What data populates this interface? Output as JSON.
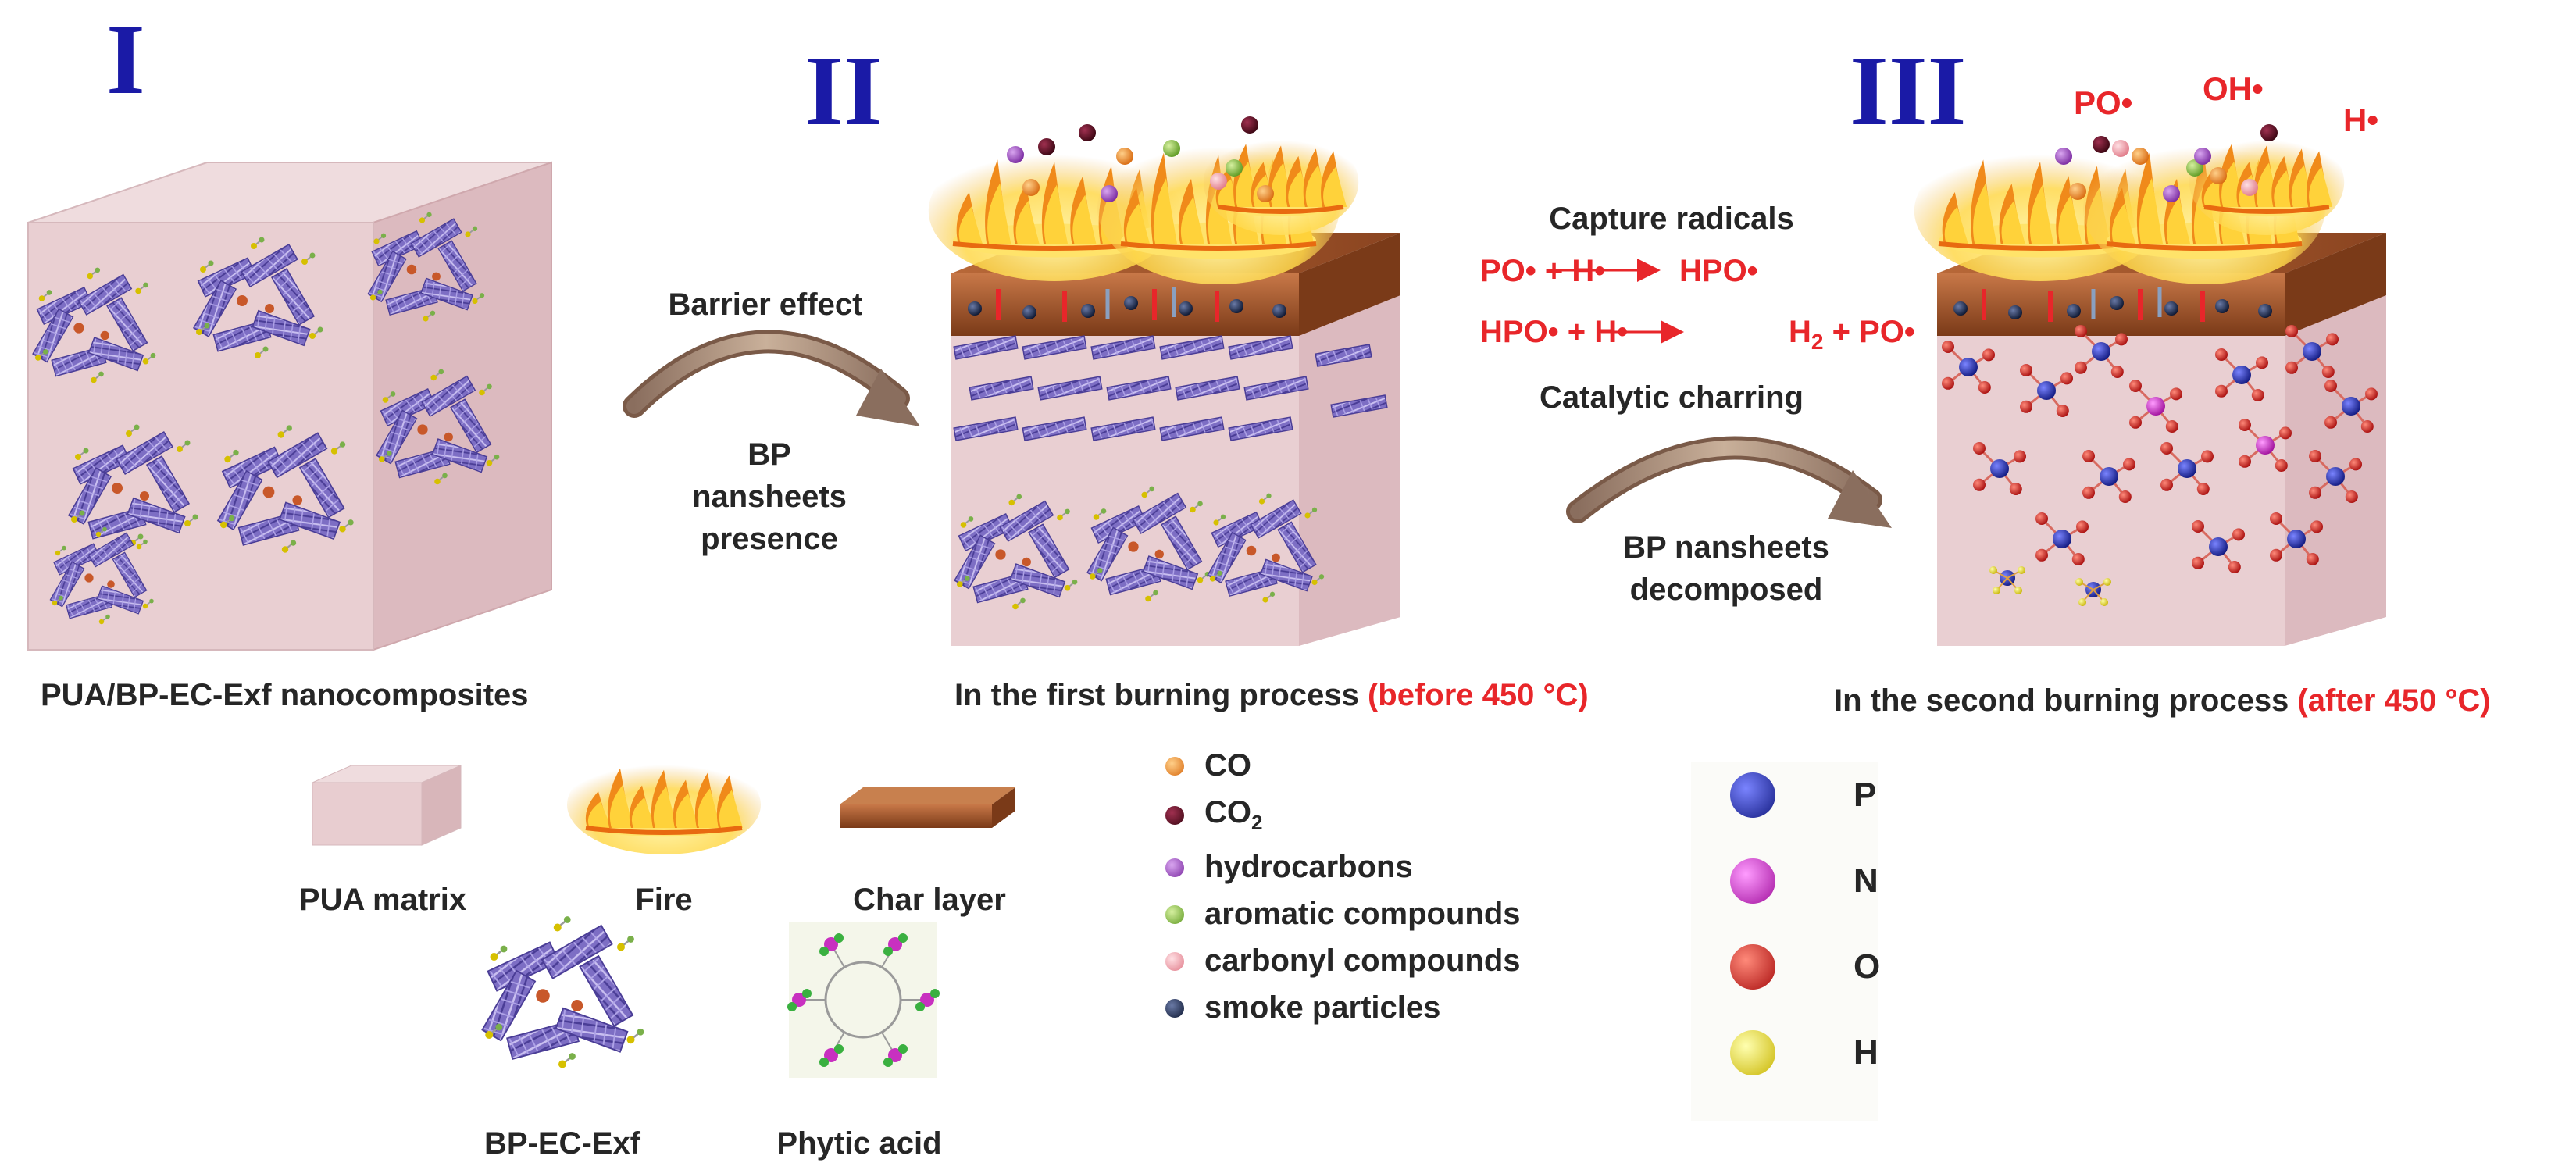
{
  "stages": [
    {
      "numeral": "I",
      "caption": "PUA/BP-EC-Exf nanocomposites",
      "caption_highlight": ""
    },
    {
      "numeral": "II",
      "caption": "In the first burning process ",
      "caption_highlight": "(before 450 °C)"
    },
    {
      "numeral": "III",
      "caption": "In the second burning process ",
      "caption_highlight": "(after 450 °C)"
    }
  ],
  "transition_1": {
    "top_text": "Barrier effect",
    "bottom_text": "BP nansheets presence"
  },
  "transition_2": {
    "title": "Capture radicals",
    "equation_1": {
      "left": "PO• + H•",
      "right": "HPO•"
    },
    "equation_2": {
      "left": "HPO• + H•",
      "right_main": "H",
      "right_sub": "2",
      "right_rest": " + PO•"
    },
    "mid_text": "Catalytic charring",
    "bottom_text": "BP nansheets decomposed"
  },
  "radicals": [
    "PO•",
    "OH•",
    "H•"
  ],
  "components_legend": [
    {
      "label": "PUA matrix",
      "icon": "pua-matrix-block-icon"
    },
    {
      "label": "Fire",
      "icon": "fire-icon"
    },
    {
      "label": "Char layer",
      "icon": "char-layer-slab-icon"
    },
    {
      "label": "BP-EC-Exf",
      "icon": "bp-ec-exf-cluster-icon"
    },
    {
      "label": "Phytic acid",
      "icon": "phytic-acid-molecule-icon"
    }
  ],
  "gas_legend": [
    {
      "label": "CO",
      "sub": "",
      "color": "#ef8a22"
    },
    {
      "label": "CO",
      "sub": "2",
      "color": "#5a1020"
    },
    {
      "label": "hydrocarbons",
      "sub": "",
      "color": "#9a46b8"
    },
    {
      "label": "aromatic compounds",
      "sub": "",
      "color": "#86b540"
    },
    {
      "label": "carbonyl compounds",
      "sub": "",
      "color": "#f2a0a8"
    },
    {
      "label": "smoke particles",
      "sub": "",
      "color": "#1c2a48"
    }
  ],
  "element_legend": [
    {
      "label": "P",
      "color": "#1f2aa8"
    },
    {
      "label": "N",
      "color": "#d62ed0"
    },
    {
      "label": "O",
      "color": "#d42020"
    },
    {
      "label": "H",
      "color": "#e8e000"
    }
  ],
  "colors": {
    "numeral": "#1a1aa6",
    "highlight": "#e8262a",
    "matrix": "#e8c9cc",
    "char": "#a4542c",
    "sheet": "#6e5fb8"
  }
}
